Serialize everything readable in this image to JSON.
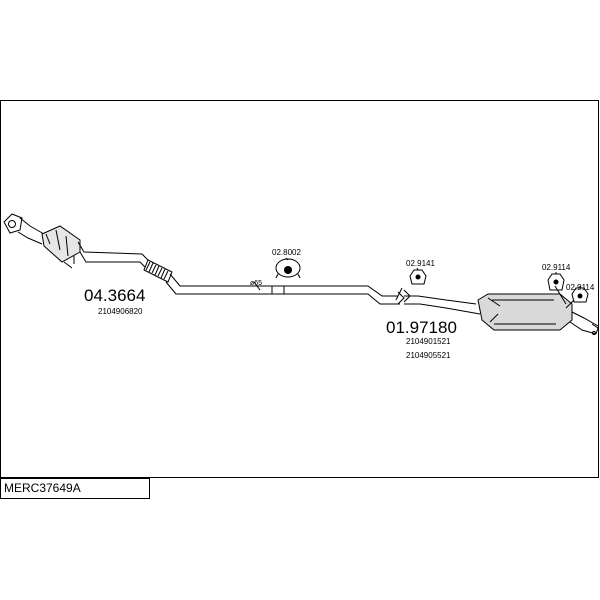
{
  "diagram_code": "MERC37649A",
  "parts": {
    "front_pipe": {
      "number": "04.3664",
      "oem": "2104906820"
    },
    "rear_silencer": {
      "number": "01.97180",
      "oem": [
        "2104901521",
        "2104905521"
      ]
    }
  },
  "accessories": {
    "mount_center": "02.8002",
    "hanger_mid": "02.9141",
    "hanger_rear_1": "02.9114",
    "hanger_rear_2": "02.9114"
  },
  "diameter_label": "ø65",
  "colors": {
    "line": "#000000",
    "background": "#ffffff",
    "silencer_fill": "#d9d9d9"
  }
}
